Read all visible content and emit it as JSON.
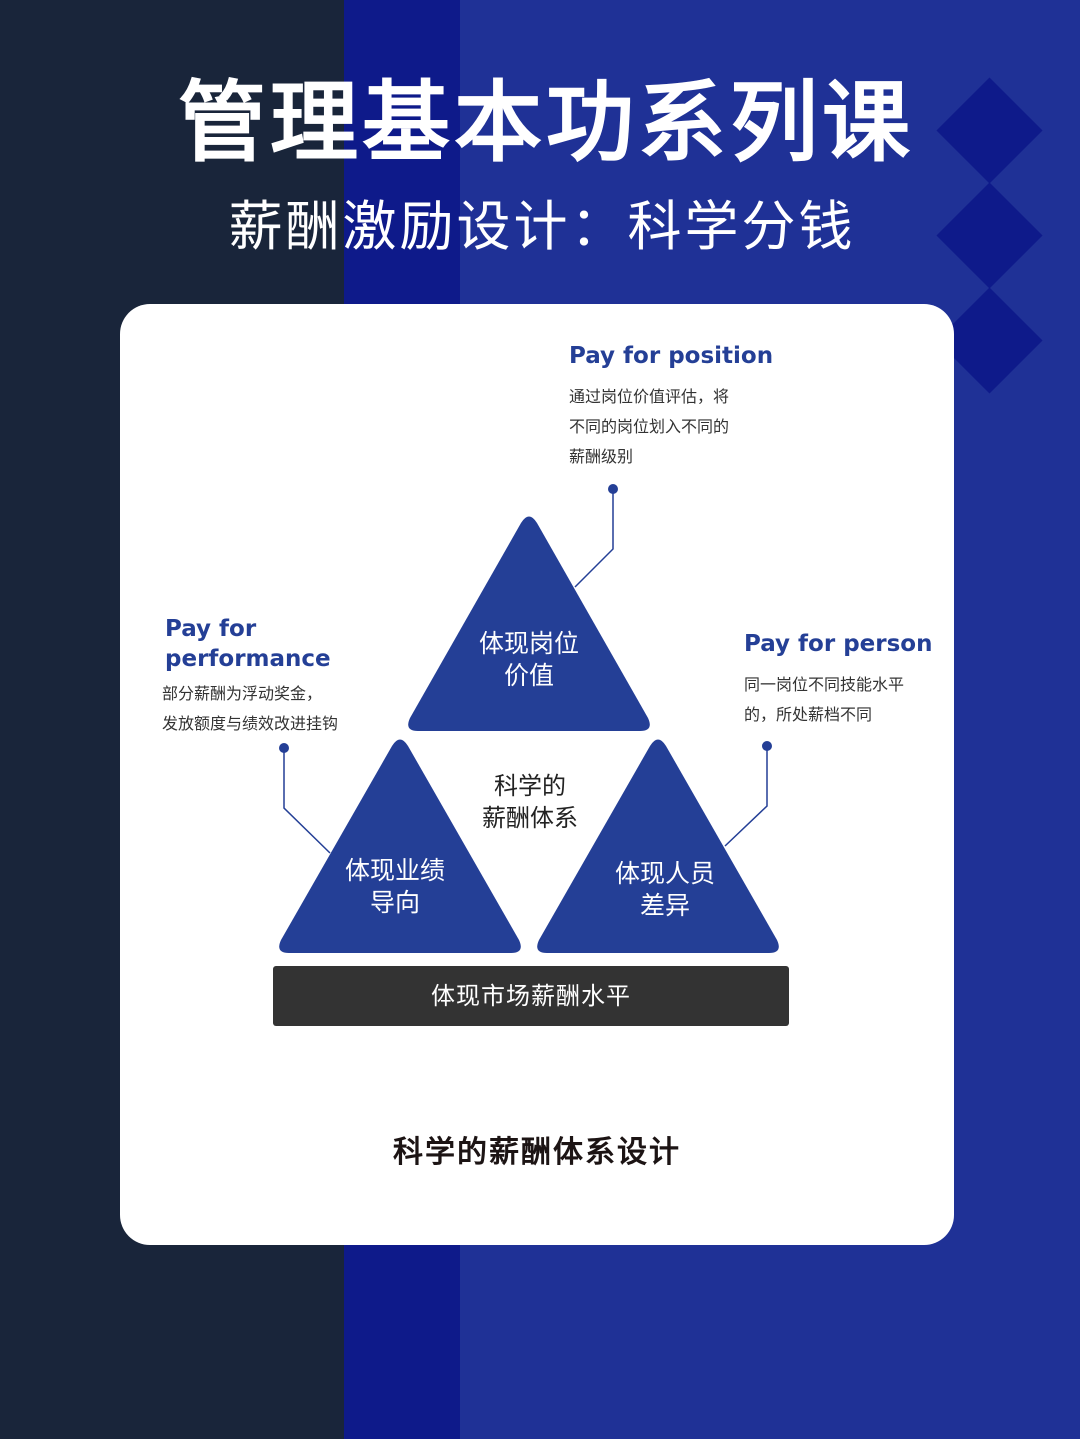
{
  "header": {
    "title": "管理基本功系列课",
    "subtitle": "薪酬激励设计：科学分钱"
  },
  "colors": {
    "bg_dark": "#19253a",
    "bg_deep_blue": "#0e1a8a",
    "bg_blue": "#1f3196",
    "triangle_blue": "#243f96",
    "base_bar": "#333333",
    "accent_text": "#243f96"
  },
  "labels": {
    "position": {
      "title": "Pay for position",
      "desc": [
        "通过岗位价值评估，将",
        "不同的岗位划入不同的",
        "薪酬级别"
      ]
    },
    "performance": {
      "title_line1": "Pay for",
      "title_line2": "performance",
      "desc": [
        "部分薪酬为浮动奖金，",
        "发放额度与绩效改进挂钩"
      ]
    },
    "person": {
      "title": "Pay for person",
      "desc": [
        "同一岗位不同技能水平",
        "的，所处薪档不同"
      ]
    }
  },
  "diagram": {
    "top_triangle": [
      "体现岗位",
      "价值"
    ],
    "left_triangle": [
      "体现业绩",
      "导向"
    ],
    "right_triangle": [
      "体现人员",
      "差异"
    ],
    "center": [
      "科学的",
      "薪酬体系"
    ],
    "base": "体现市场薪酬水平"
  },
  "caption": "科学的薪酬体系设计"
}
